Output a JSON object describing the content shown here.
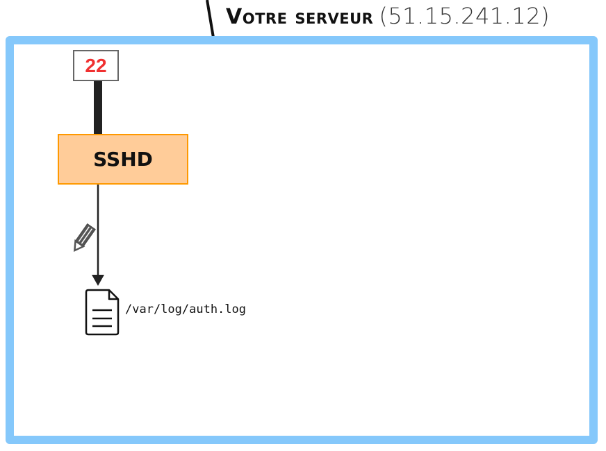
{
  "server": {
    "title": "Votre serveur",
    "ip": "(51.15.241.12)",
    "frame_color": "#85c8fb"
  },
  "port": {
    "number": "22",
    "color": "#f03030"
  },
  "service": {
    "label": "SSHD",
    "fill": "#ffcc99",
    "border": "#ff9900"
  },
  "log": {
    "icon": "document-icon",
    "action_icon": "pencil-icon",
    "path": "/var/log/auth.log"
  }
}
